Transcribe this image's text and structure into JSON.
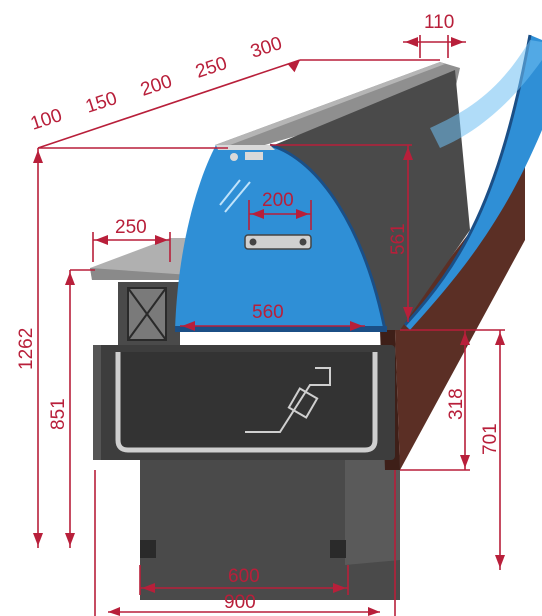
{
  "colors": {
    "dimension": "#b81f3a",
    "glass": "#2f8fd6",
    "glass_edge": "#1b4f86",
    "body_dark": "#3a3a3a",
    "body_side": "#5b2f25",
    "top_grey": "#9a9a9a",
    "panel_grey": "#6f6f6f"
  },
  "dimensions": {
    "length_100": "100",
    "length_150": "150",
    "length_200": "200",
    "length_250": "250",
    "length_300": "300",
    "hood_depth": "110",
    "shelf_depth": "250",
    "lamp_width": "200",
    "display_depth": "560",
    "glass_height": "561",
    "total_height": "1262",
    "counter_height": "851",
    "base_step": "318",
    "base_height": "701",
    "base_width": "600",
    "total_width": "900"
  },
  "icons": {
    "lamp": "lamp-bar-icon",
    "storage_box": "crossed-box-icon"
  }
}
